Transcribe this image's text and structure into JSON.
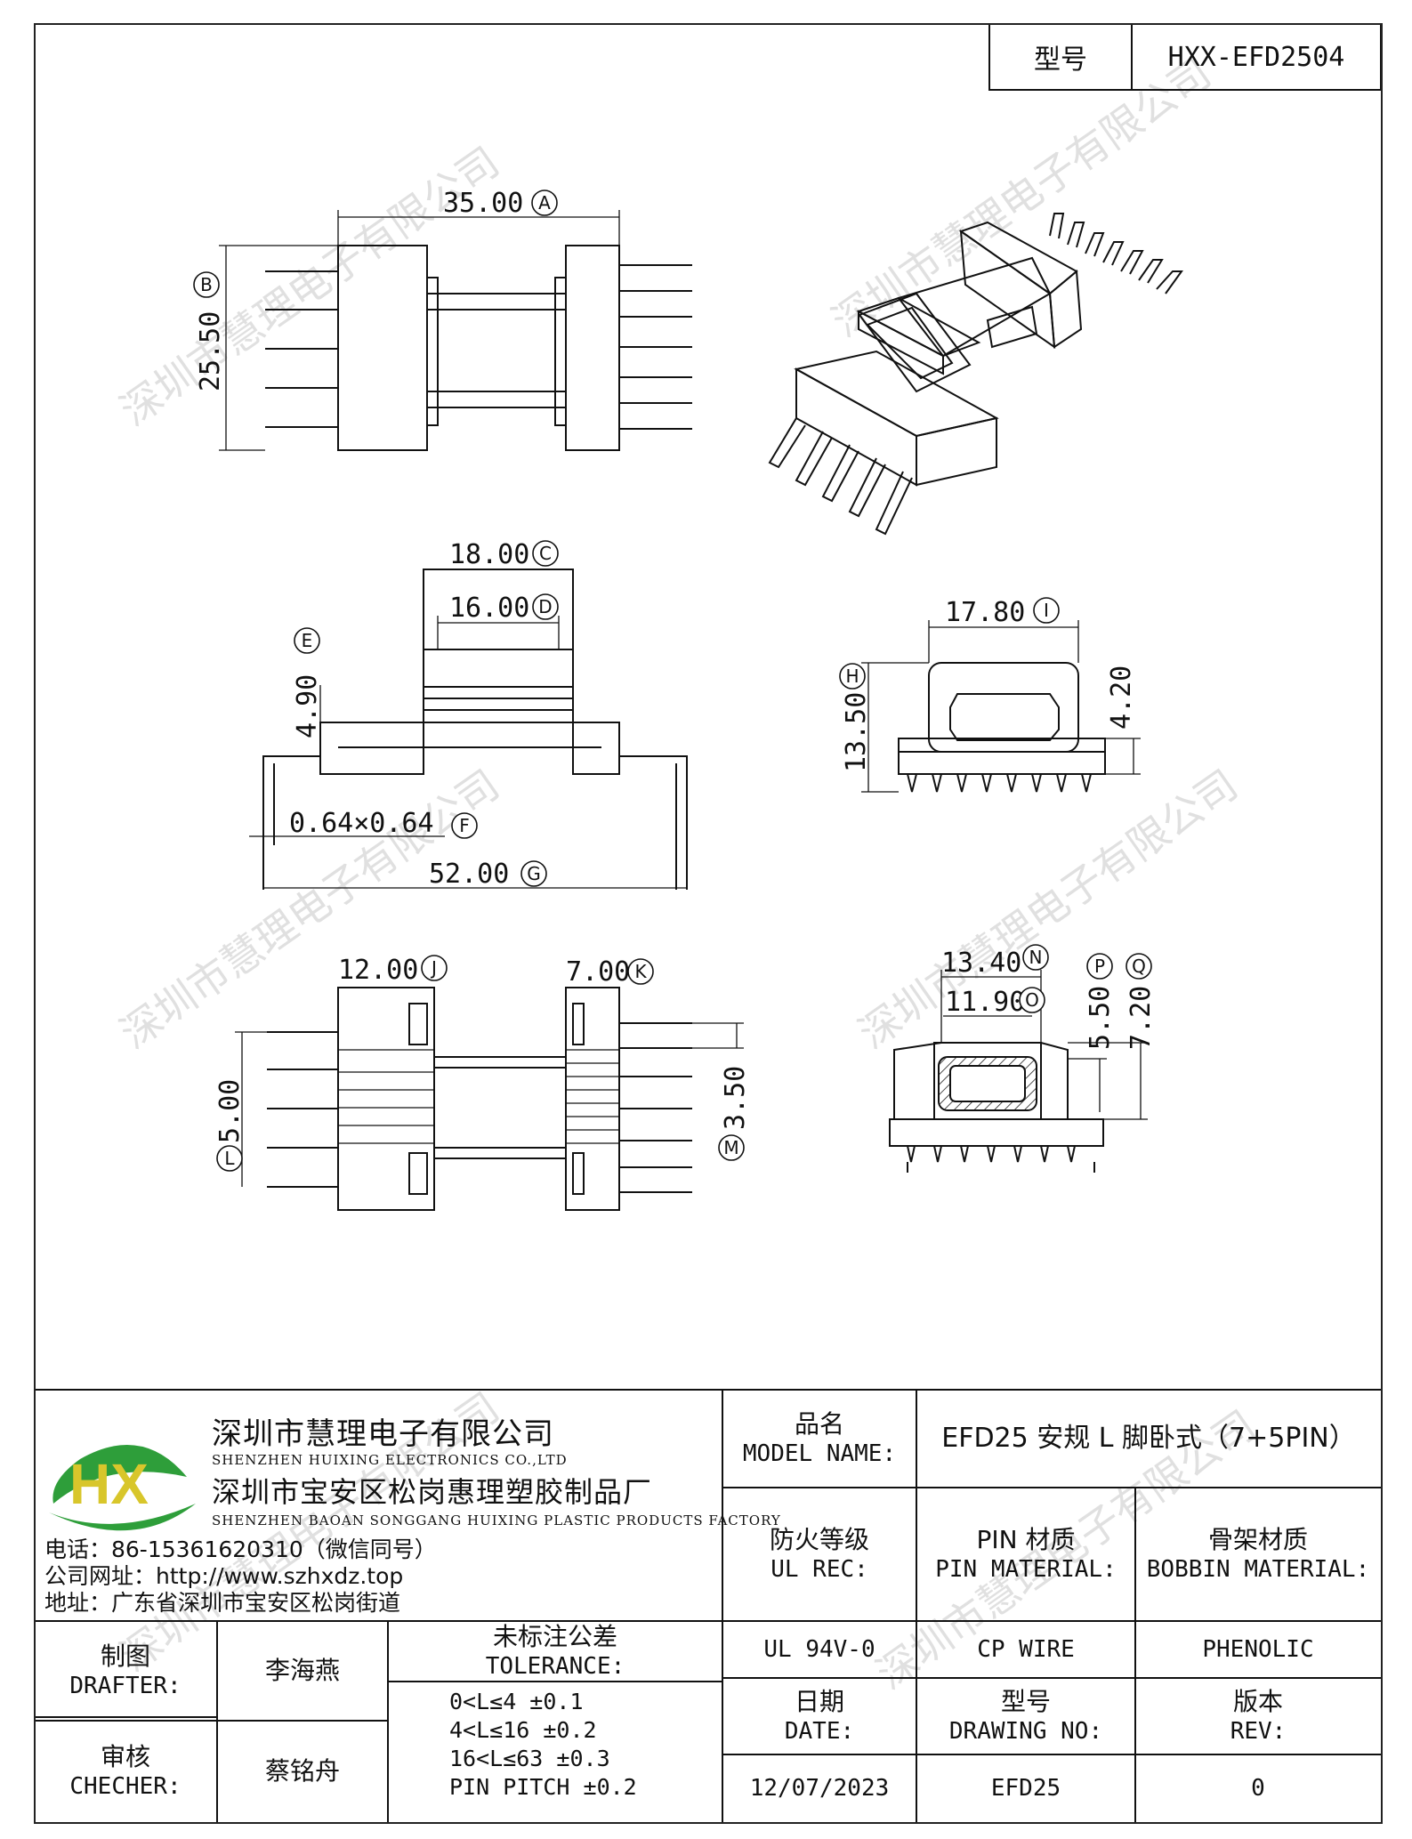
{
  "title_block_top": {
    "model_label": "型号",
    "model_value": "HXX-EFD2504"
  },
  "dimensions": {
    "A": "35.00",
    "B": "25.50",
    "C": "18.00",
    "D": "16.00",
    "E": "4.90",
    "F": "0.64×0.64",
    "G": "52.00",
    "H": "13.50",
    "I": "17.80",
    "J": "12.00",
    "K": "7.00",
    "L": "5.00",
    "M": "3.50",
    "N": "13.40",
    "O": "11.90",
    "P": "5.50",
    "Q": "7.20",
    "extra_4_20": "4.20"
  },
  "dimension_letters": [
    "A",
    "B",
    "C",
    "D",
    "E",
    "F",
    "G",
    "H",
    "I",
    "J",
    "K",
    "L",
    "M",
    "N",
    "O",
    "P",
    "Q"
  ],
  "watermark": "深圳市慧理电子有限公司",
  "company": {
    "logo_text": "HX",
    "name_zh": "深圳市慧理电子有限公司",
    "name_en": "SHENZHEN HUIXING ELECTRONICS CO.,LTD",
    "factory_zh": "深圳市宝安区松岗惠理塑胶制品厂",
    "factory_en": "SHENZHEN BAOAN SONGGANG HUIXING PLASTIC PRODUCTS FACTORY",
    "phone": "电话：86-15361620310（微信同号）",
    "website": "公司网址：http://www.szhxdz.top",
    "address": "地址：广东省深圳市宝安区松岗街道"
  },
  "title_block": {
    "model_name_label_zh": "品名",
    "model_name_label_en": "MODEL NAME:",
    "model_name_value": "EFD25 安规 L 脚卧式（7+5PIN）",
    "ul_label_zh": "防火等级",
    "ul_label_en": "UL REC:",
    "pin_label_zh": "PIN 材质",
    "pin_label_en": "PIN MATERIAL:",
    "bobbin_label_zh": "骨架材质",
    "bobbin_label_en": "BOBBIN MATERIAL:",
    "ul_value": "UL 94V-0",
    "pin_value": "CP WIRE",
    "bobbin_value": "PHENOLIC",
    "date_label_zh": "日期",
    "date_label_en": "DATE:",
    "drawing_no_label_zh": "型号",
    "drawing_no_label_en": "DRAWING NO:",
    "rev_label_zh": "版本",
    "rev_label_en": "REV:",
    "date_value": "12/07/2023",
    "drawing_no_value": "EFD25",
    "rev_value": "0",
    "drafter_label_zh": "制图",
    "drafter_label_en": "DRAFTER:",
    "drafter_value": "李海燕",
    "checker_label_zh": "审核",
    "checker_label_en": "CHECHER:",
    "checker_value": "蔡铭舟",
    "tolerance_label_zh": "未标注公差",
    "tolerance_label_en": "TOLERANCE:",
    "tolerances": [
      "0<L≤4   ±0.1",
      "4<L≤16  ±0.2",
      "16<L≤63 ±0.3",
      "PIN PITCH ±0.2"
    ]
  }
}
